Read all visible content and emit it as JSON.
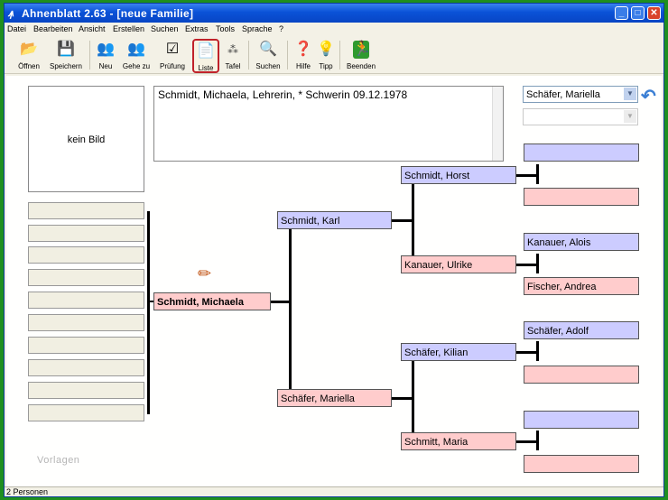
{
  "window": {
    "title": "Ahnenblatt 2.63 - [neue Familie]",
    "app_icon": "ahnenblatt-app-icon"
  },
  "menu": [
    "Datei",
    "Bearbeiten",
    "Ansicht",
    "Erstellen",
    "Suchen",
    "Extras",
    "Tools",
    "Sprache",
    "?"
  ],
  "toolbar": {
    "open": "Öffnen",
    "save": "Speichern",
    "new": "Neu",
    "goto": "Gehe zu",
    "check": "Prüfung",
    "list": "Liste",
    "tree": "Tafel",
    "search": "Suchen",
    "help": "Hilfe",
    "tip": "Tipp",
    "quit": "Beenden"
  },
  "photo": {
    "label": "kein Bild"
  },
  "info": {
    "text": "Schmidt, Michaela, Lehrerin, * Schwerin 09.12.1978"
  },
  "partner_select": {
    "value": "Schäfer, Mariella",
    "second_value": ""
  },
  "person": {
    "name": "Schmidt, Michaela"
  },
  "parents": {
    "father": "Schmidt, Karl",
    "mother": "Schäfer, Mariella"
  },
  "grandparents": {
    "pf": "Schmidt, Horst",
    "pm": "Kanauer, Ulrike",
    "mf": "Schäfer, Kilian",
    "mm": "Schmitt, Maria"
  },
  "great_grandparents": {
    "pff": "",
    "pfm": "",
    "pmf": "Kanauer, Alois",
    "pmm": "Fischer, Andrea",
    "mff": "Schäfer, Adolf",
    "mfm": "",
    "mmf": "",
    "mmm": ""
  },
  "children_slots": [
    "",
    "",
    "",
    "",
    "",
    "",
    "",
    "",
    "",
    ""
  ],
  "templates_label": "Vorlagen",
  "status": {
    "text": "2 Personen"
  },
  "colors": {
    "male": "#ccccff",
    "female": "#ffcccc",
    "title_bar": "#0a52d8",
    "highlight": "#c0222a"
  }
}
